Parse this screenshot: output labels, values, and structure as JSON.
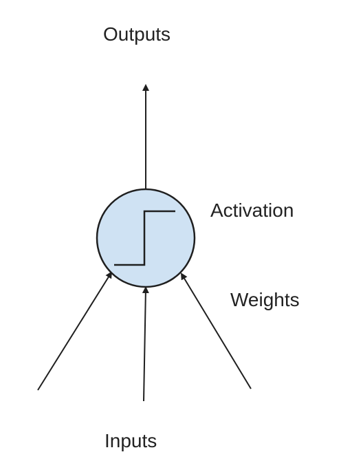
{
  "labels": {
    "outputs": "Outputs",
    "activation": "Activation",
    "weights": "Weights",
    "inputs": "Inputs"
  },
  "colors": {
    "node_fill": "#cfe2f3",
    "stroke": "#1f1f1f",
    "text": "#222222",
    "background": "#ffffff"
  },
  "diagram": {
    "node": "neuron",
    "activation_shape": "step-function",
    "input_count": 3,
    "output_count": 1
  }
}
